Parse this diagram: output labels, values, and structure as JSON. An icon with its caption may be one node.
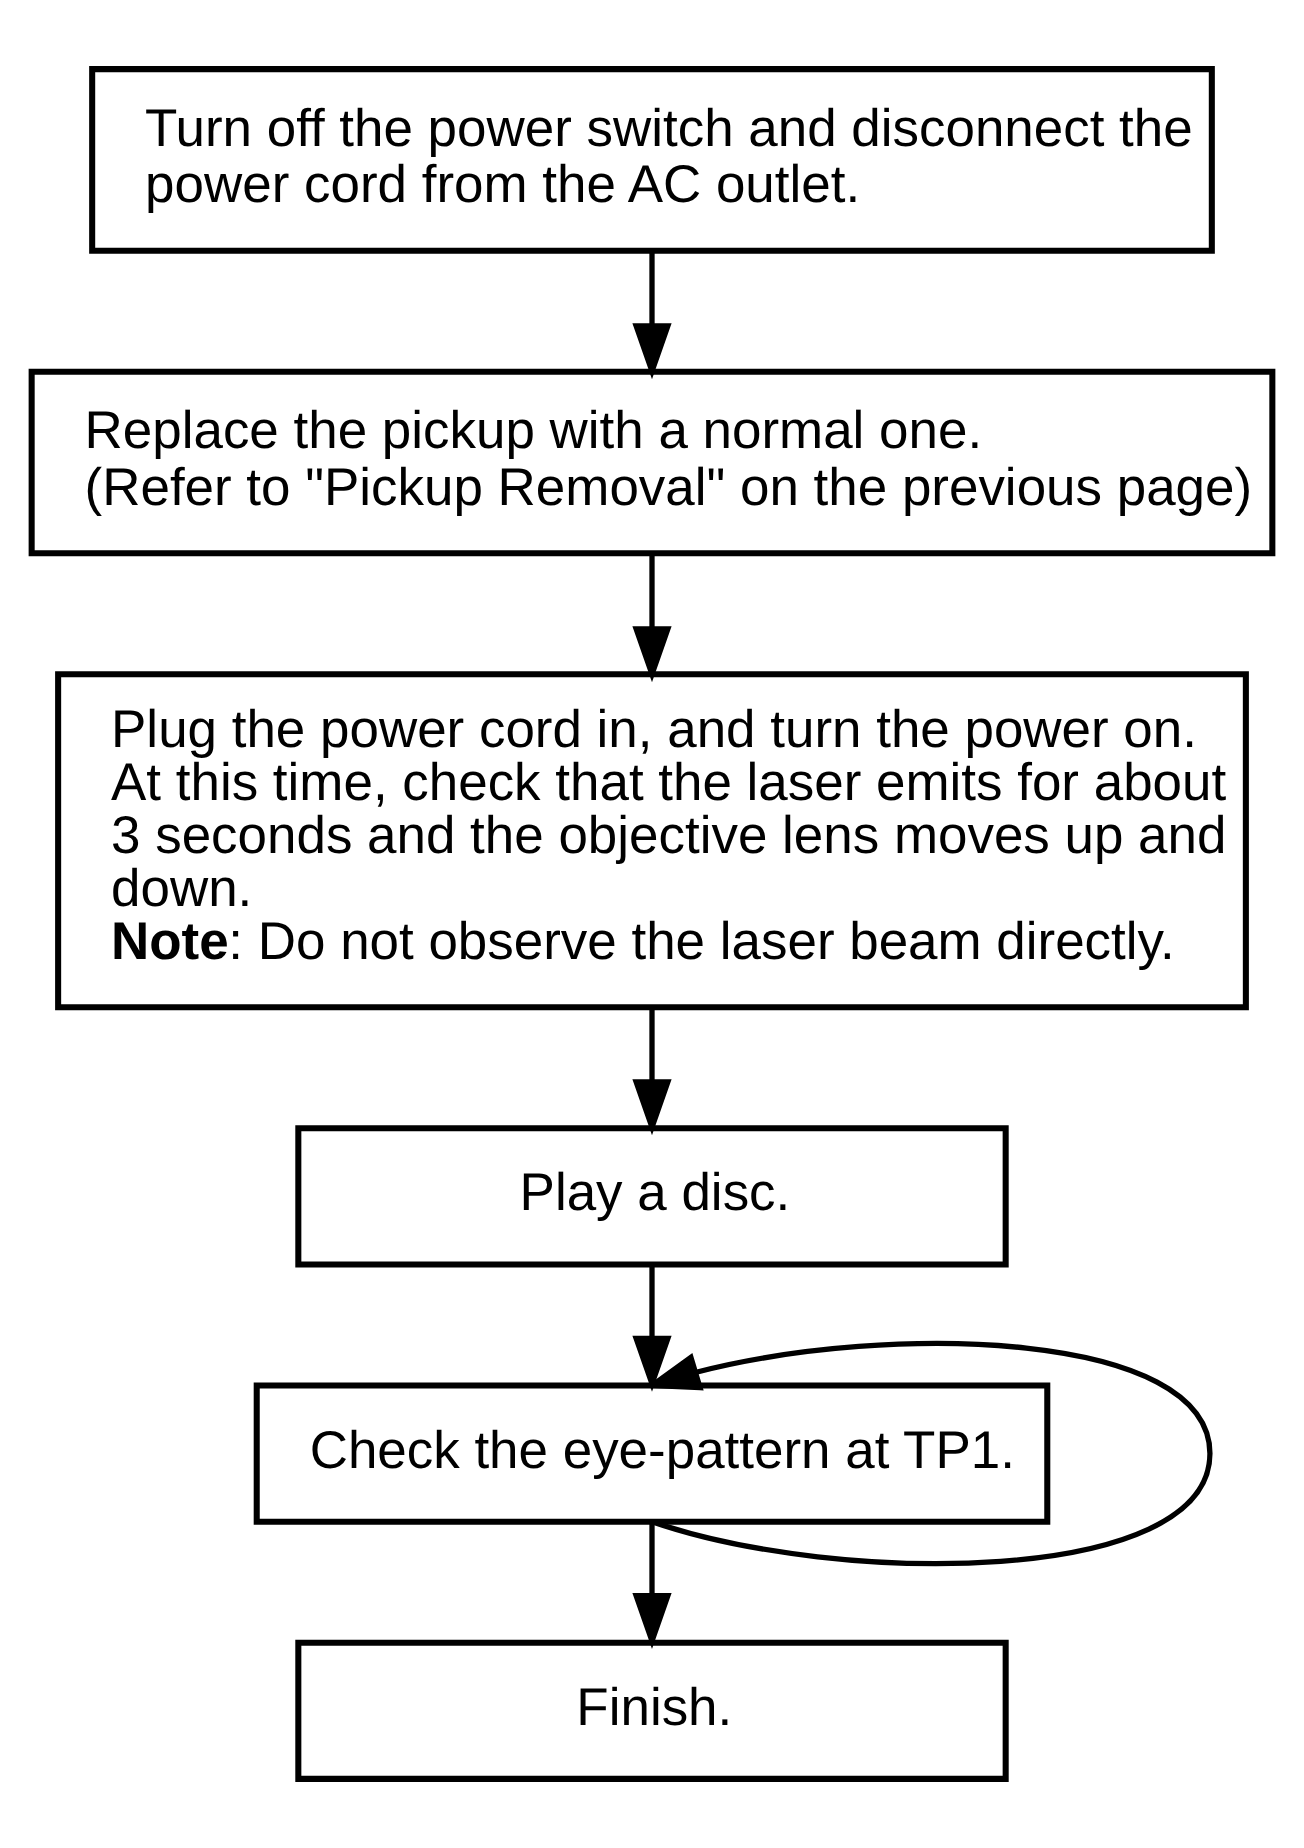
{
  "diagram": {
    "nodes": [
      {
        "text": [
          "Turn off the power switch and disconnect the power cord from the AC outlet."
        ]
      },
      {
        "text": [
          "Replace the pickup with a normal one.",
          "(Refer to \"Pickup Removal\" on the previous page)"
        ]
      },
      {
        "text": [
          "Plug the power cord in, and turn the power on.",
          "At this time, check that the laser emits for about 3 seconds and the objective lens moves up and down.",
          "**Note**: Do not observe the laser beam directly."
        ]
      },
      {
        "text": [
          "Play a disc."
        ]
      },
      {
        "text": [
          "Check the eye-pattern at TP1."
        ]
      },
      {
        "text": [
          "Finish."
        ]
      }
    ],
    "edges": [
      {
        "from": 0,
        "to": 1,
        "arrow": "to"
      },
      {
        "from": 1,
        "to": 2,
        "arrow": "to"
      },
      {
        "from": 2,
        "to": 3,
        "arrow": "to"
      },
      {
        "from": 3,
        "to": 4,
        "arrow": "to"
      },
      {
        "from": 4,
        "to": 4,
        "arrow": "to"
      },
      {
        "from": 4,
        "to": 5,
        "arrow": "to"
      }
    ]
  }
}
